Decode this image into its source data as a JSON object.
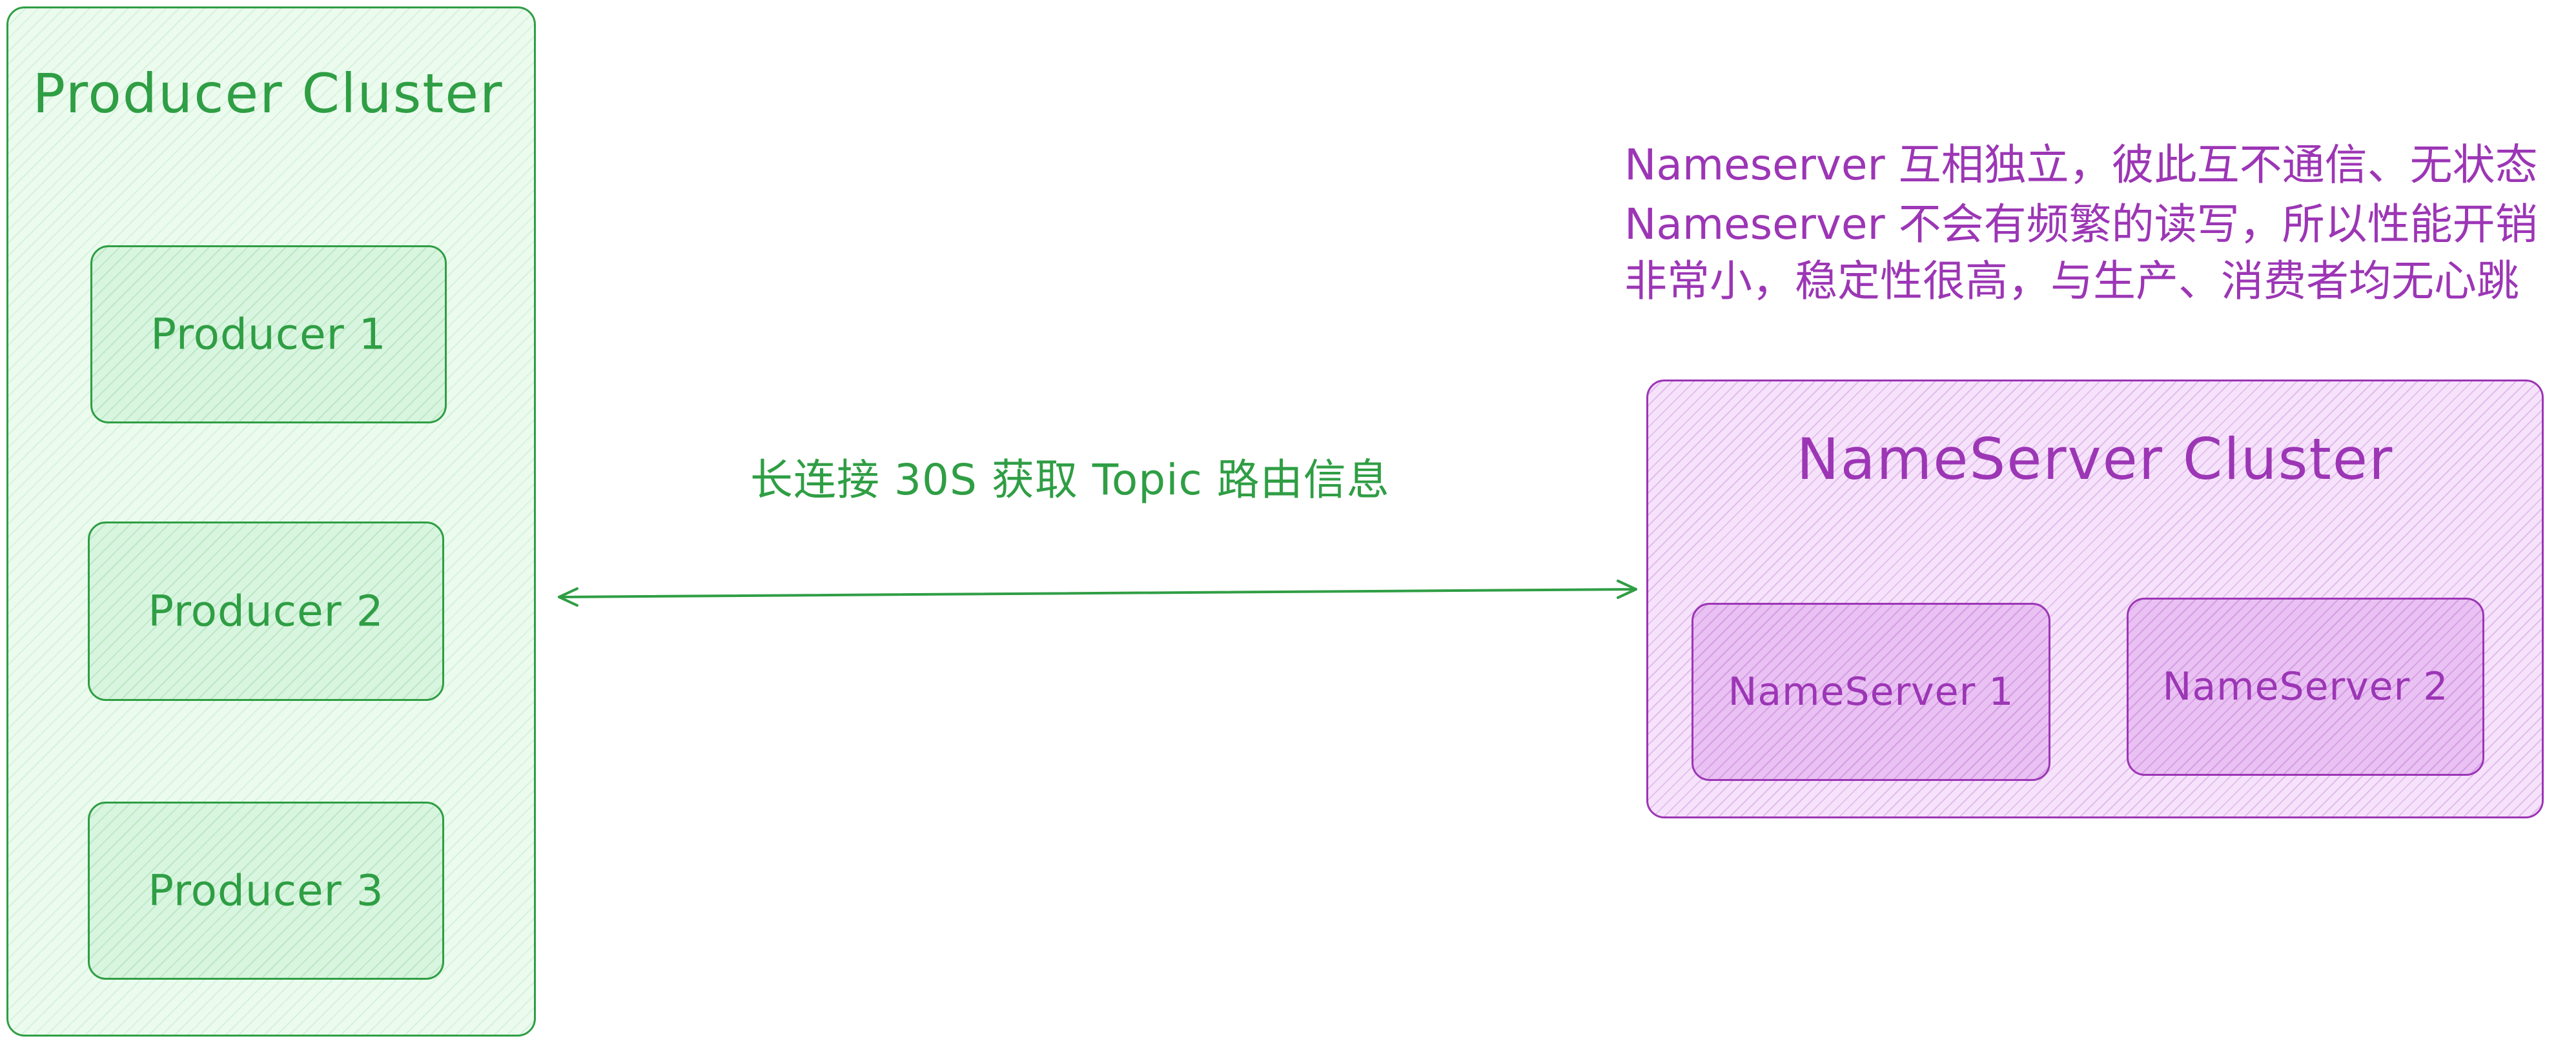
{
  "producer_cluster": {
    "title": "Producer Cluster",
    "producers": [
      {
        "label": "Producer 1"
      },
      {
        "label": "Producer 2"
      },
      {
        "label": "Producer 3"
      }
    ]
  },
  "connection": {
    "label": "长连接 30S 获取 Topic 路由信息"
  },
  "nameserver_cluster": {
    "title": "NameServer Cluster",
    "servers": [
      {
        "label": "NameServer 1"
      },
      {
        "label": "NameServer 2"
      }
    ]
  },
  "note": {
    "lines": [
      "Nameserver 互相独立，彼此互不通信、无状态",
      "Nameserver 不会有频繁的读写，所以性能开销",
      "非常小，稳定性很高，与生产、消费者均无心跳"
    ]
  },
  "colors": {
    "producer_accent": "#2f9e44",
    "producer_fill": "#ebfbee",
    "nameserver_accent": "#9c36b5",
    "nameserver_fill": "#f6e3fb"
  }
}
